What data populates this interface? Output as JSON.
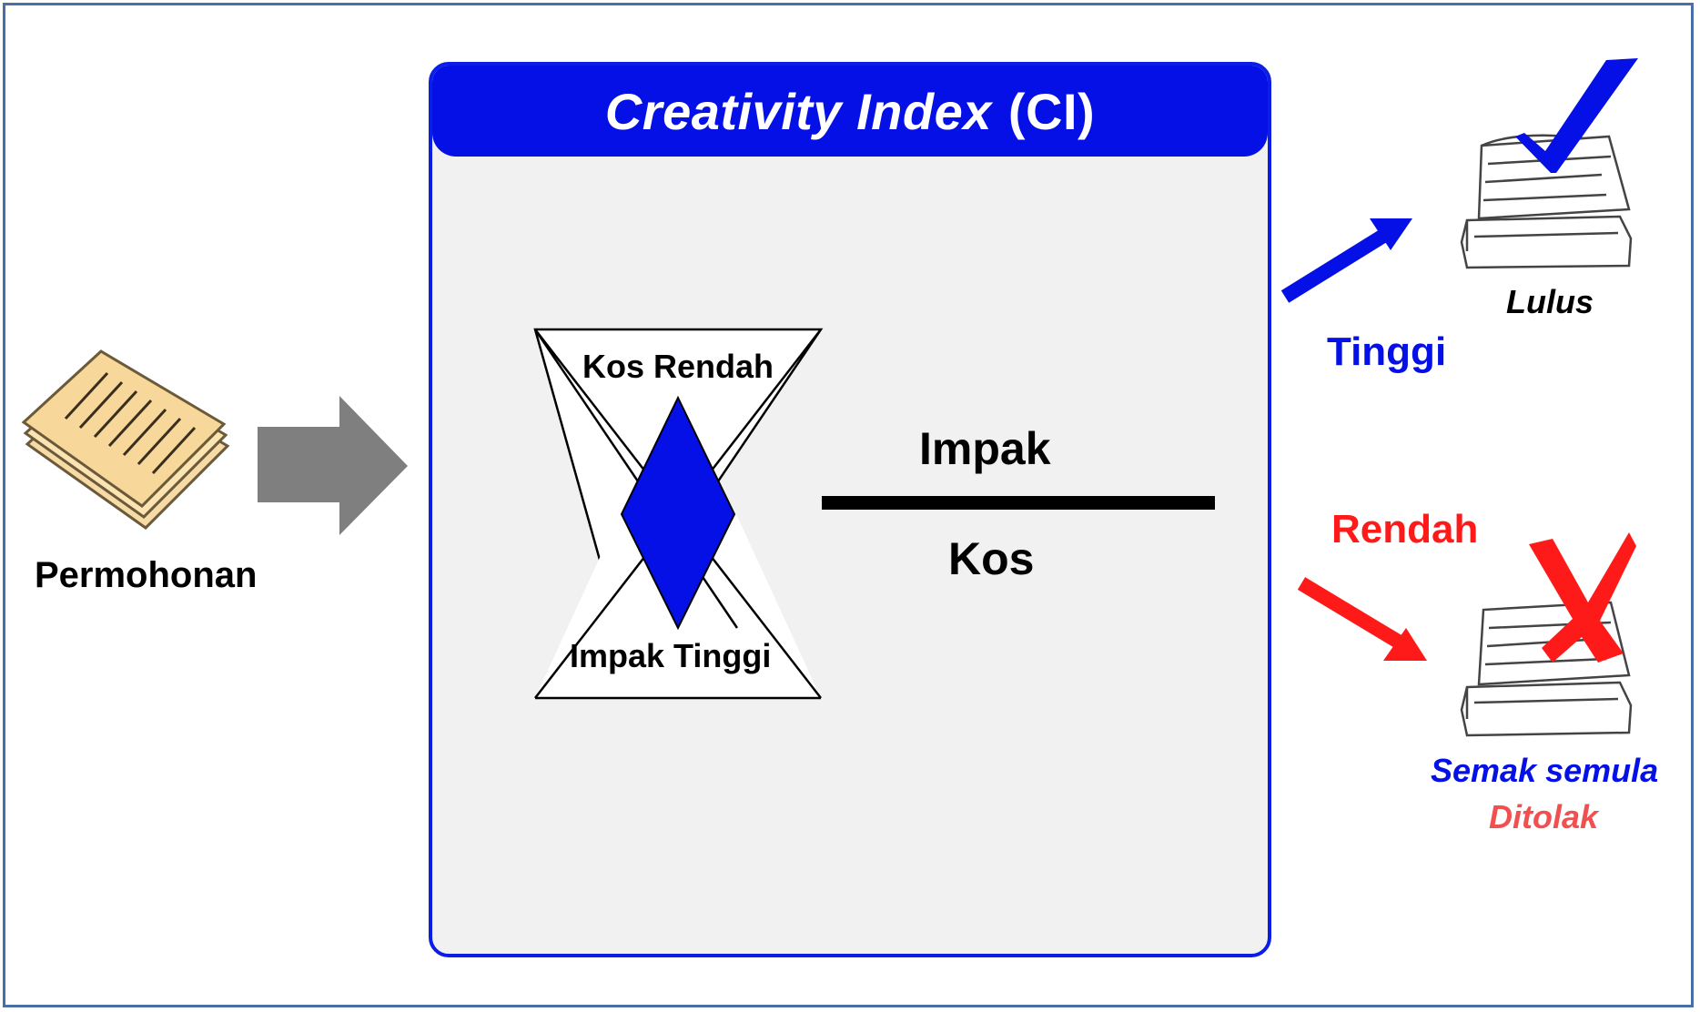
{
  "panel": {
    "title_italic": "Creativity Index",
    "title_suffix": "(CI)"
  },
  "hourglass": {
    "top_label": "Kos Rendah",
    "bottom_label": "Impak Tinggi"
  },
  "fraction": {
    "numerator": "Impak",
    "denominator": "Kos"
  },
  "input": {
    "label": "Permohonan"
  },
  "outcomes": {
    "high": {
      "arrow_label": "Tinggi",
      "result": "Lulus"
    },
    "low": {
      "arrow_label": "Rendah",
      "result_line1": "Semak semula",
      "result_line2": "Ditolak"
    }
  },
  "colors": {
    "blue": "#0410e6",
    "red": "#ff1a1a",
    "light_red": "#f05050",
    "gray_arrow": "#7f7f7f"
  }
}
